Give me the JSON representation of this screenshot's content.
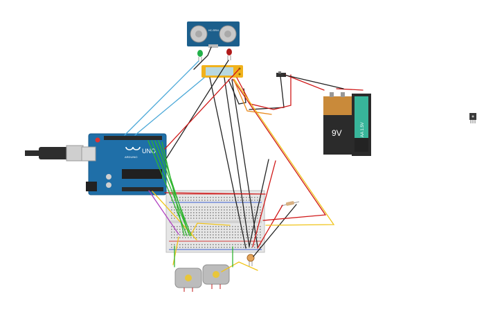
{
  "arduino": {
    "board_label": "UNO",
    "brand_label": "ARDUINO",
    "colors": {
      "board": "#1f6fa8",
      "board_dark": "#16598a",
      "header": "#2a2a2a"
    }
  },
  "sensor": {
    "model_label": "HC-SR04",
    "colors": {
      "board": "#1c5f8c",
      "transducer": "#c9c9c9"
    }
  },
  "battery_9v": {
    "label": "9V",
    "colors": {
      "body": "#2b2b2b",
      "top": "#c98a3a"
    }
  },
  "battery_aa": {
    "label": "AA 1.5V",
    "colors": {
      "body": "#2b2b2b",
      "band": "#38b59a"
    }
  },
  "lcd": {
    "colors": {
      "frame": "#f1b21c",
      "screen": "#b8d8e0"
    }
  },
  "leds": {
    "colors": {
      "green": "#22b04a",
      "red": "#b01a1a"
    }
  },
  "motors": {
    "count": 2,
    "colors": {
      "body": "#bcbcbc",
      "shaft": "#e8c63a"
    }
  },
  "breadboard": {
    "colors": {
      "body": "#e6e6e6",
      "hole": "#8a8a8a",
      "rail_red": "#d23a3a",
      "rail_blue": "#3a5fd2"
    }
  },
  "usb_cable": {
    "colors": {
      "cable": "#2d2d2d",
      "plug": "#cfcfcf"
    }
  },
  "wire_colors": {
    "black": "#222222",
    "red": "#d01818",
    "yellow": "#f0c419",
    "orange": "#e88a1e",
    "green": "#2fb52f",
    "blue": "#4aa8d8",
    "purple": "#b040c0"
  }
}
